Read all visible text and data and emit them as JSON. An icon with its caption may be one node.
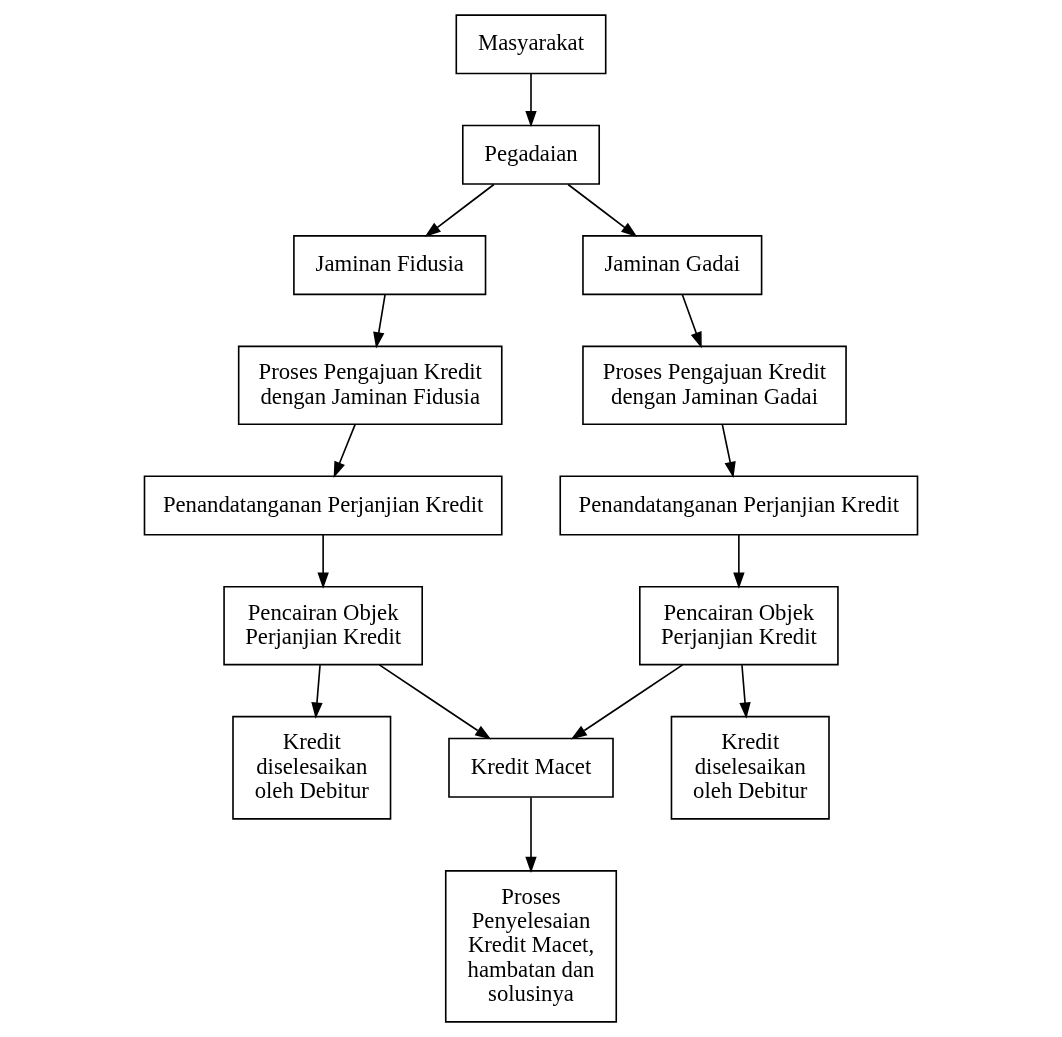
{
  "diagram": {
    "nodes": [
      {
        "text": [
          "Masyarakat"
        ]
      },
      {
        "text": [
          "Pegadaian"
        ]
      },
      {
        "text": [
          "Jaminan Fidusia"
        ]
      },
      {
        "text": [
          "Jaminan Gadai"
        ]
      },
      {
        "text": [
          "Proses Pengajuan Kredit dengan Jaminan Fidusia"
        ]
      },
      {
        "text": [
          "Proses Pengajuan Kredit dengan Jaminan Gadai"
        ]
      },
      {
        "text": [
          "Penandatanganan Perjanjian Kredit"
        ]
      },
      {
        "text": [
          "Penandatanganan Perjanjian Kredit"
        ]
      },
      {
        "text": [
          "Pencairan Objek Perjanjian Kredit"
        ]
      },
      {
        "text": [
          "Pencairan Objek Perjanjian Kredit"
        ]
      },
      {
        "text": [
          "Kredit diselesaikan oleh Debitur"
        ]
      },
      {
        "text": [
          "Kredit Macet"
        ]
      },
      {
        "text": [
          "Kredit diselesaikan oleh Debitur"
        ]
      },
      {
        "text": [
          "Proses Penyelesaian Kredit Macet, hambatan dan solusinya"
        ]
      }
    ],
    "edges": [
      {
        "from": 0,
        "to": 1,
        "arrow": "to"
      },
      {
        "from": 1,
        "to": 2,
        "arrow": "to"
      },
      {
        "from": 1,
        "to": 3,
        "arrow": "to"
      },
      {
        "from": 2,
        "to": 4,
        "arrow": "to"
      },
      {
        "from": 3,
        "to": 5,
        "arrow": "to"
      },
      {
        "from": 4,
        "to": 6,
        "arrow": "to"
      },
      {
        "from": 5,
        "to": 7,
        "arrow": "to"
      },
      {
        "from": 6,
        "to": 8,
        "arrow": "to"
      },
      {
        "from": 7,
        "to": 9,
        "arrow": "to"
      },
      {
        "from": 8,
        "to": 10,
        "arrow": "to"
      },
      {
        "from": 8,
        "to": 11,
        "arrow": "to"
      },
      {
        "from": 9,
        "to": 11,
        "arrow": "to"
      },
      {
        "from": 9,
        "to": 12,
        "arrow": "to"
      },
      {
        "from": 11,
        "to": 13,
        "arrow": "to"
      }
    ]
  }
}
